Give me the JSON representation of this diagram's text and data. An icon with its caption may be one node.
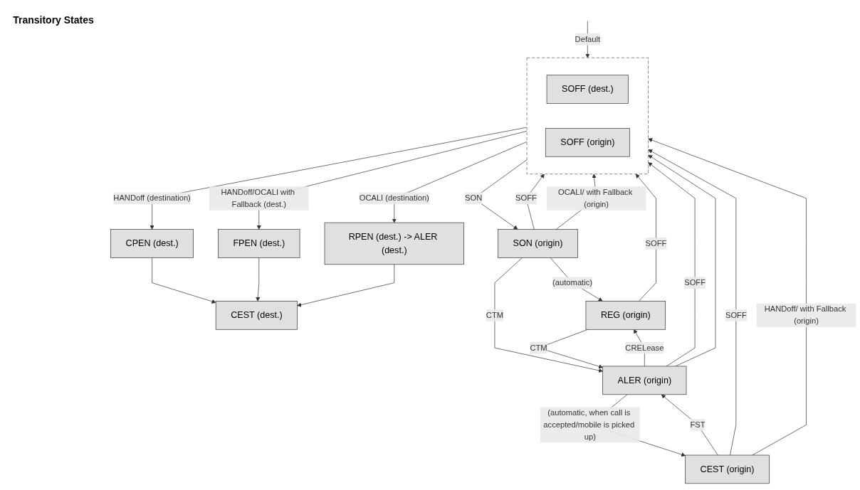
{
  "diagram": {
    "nodes": [
      {
        "text": [],
        "shape": "box"
      },
      {
        "text": [
          "SOFF (dest.)"
        ],
        "in": 0
      },
      {
        "text": [
          "SOFF (origin)"
        ],
        "in": 0
      },
      {
        "text": [
          "CPEN (dest.)"
        ]
      },
      {
        "text": [
          "FPEN (dest.)"
        ]
      },
      {
        "text": [
          "RPEN (dest.) -> ALER (dest.)"
        ]
      },
      {
        "text": [
          "CEST (dest.)"
        ]
      },
      {
        "text": [
          "SON (origin)"
        ]
      },
      {
        "text": [
          "REG (origin)"
        ]
      },
      {
        "text": [
          "ALER (origin)"
        ]
      },
      {
        "text": [
          "CEST (origin)"
        ]
      }
    ],
    "edges": [
      {
        "from": null,
        "to": 0,
        "arrow": "to",
        "label": "Default"
      },
      {
        "from": 0,
        "to": 3,
        "arrow": "to",
        "label": "HANDoff (destination)"
      },
      {
        "from": 0,
        "to": 4,
        "arrow": "to",
        "label": "HANDoff/OCALI with Fallback (dest.)"
      },
      {
        "from": 0,
        "to": 5,
        "arrow": "to",
        "label": "OCALI (destination)"
      },
      {
        "from": 3,
        "to": 6,
        "arrow": "to"
      },
      {
        "from": 4,
        "to": 6,
        "arrow": "to"
      },
      {
        "from": 5,
        "to": 6,
        "arrow": "to"
      },
      {
        "from": 0,
        "to": 7,
        "arrow": "to",
        "label": "SON"
      },
      {
        "from": 7,
        "to": 0,
        "arrow": "to",
        "label": "SOFF"
      },
      {
        "from": 7,
        "to": 0,
        "arrow": "to",
        "label": "OCALI/ with Fallback (origin)"
      },
      {
        "from": 7,
        "to": 8,
        "arrow": "to",
        "label": "(automatic)"
      },
      {
        "from": 7,
        "to": 9,
        "arrow": "to",
        "label": "CTM"
      },
      {
        "from": 8,
        "to": 9,
        "arrow": "to",
        "label": "CTM"
      },
      {
        "from": 9,
        "to": 8,
        "arrow": "to",
        "label": "CRELease"
      },
      {
        "from": 8,
        "to": 0,
        "arrow": "to",
        "label": "SOFF"
      },
      {
        "from": 9,
        "to": 0,
        "arrow": "to",
        "label": "SOFF"
      },
      {
        "from": 10,
        "to": 0,
        "arrow": "to",
        "label": "SOFF"
      },
      {
        "from": 9,
        "to": 0,
        "arrow": "to"
      },
      {
        "from": 10,
        "to": 0,
        "arrow": "to",
        "label": "HANDoff/ with Fallback (origin)"
      },
      {
        "from": 10,
        "to": 9,
        "arrow": "to",
        "label": "FST"
      },
      {
        "from": 9,
        "to": 10,
        "arrow": "to",
        "label": "(automatic, when call is accepted/mobile is picked up)"
      }
    ],
    "labels": [
      "Transitory States"
    ]
  }
}
